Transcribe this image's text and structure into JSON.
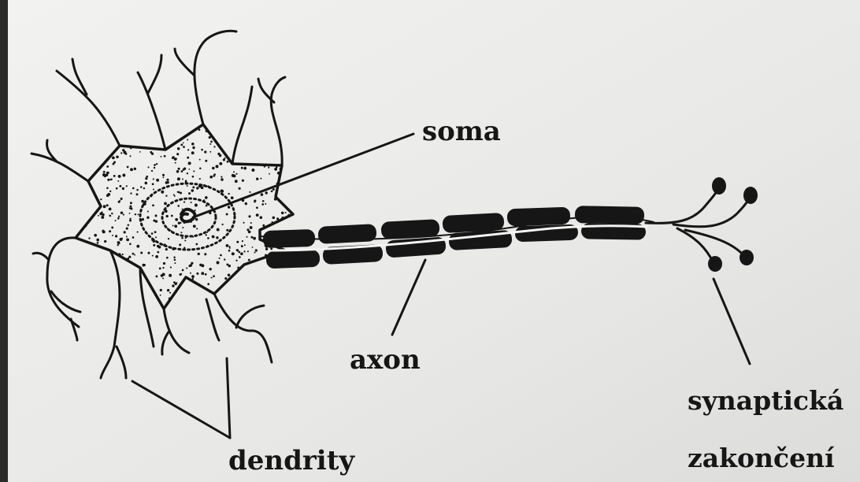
{
  "labels": {
    "soma": "soma",
    "axon": "axon",
    "dendrites": "dendrity",
    "synaptic_line1": "synaptická",
    "synaptic_line2": "zakončení"
  },
  "colors": {
    "ink": "#161616",
    "paper": "#ececea"
  }
}
